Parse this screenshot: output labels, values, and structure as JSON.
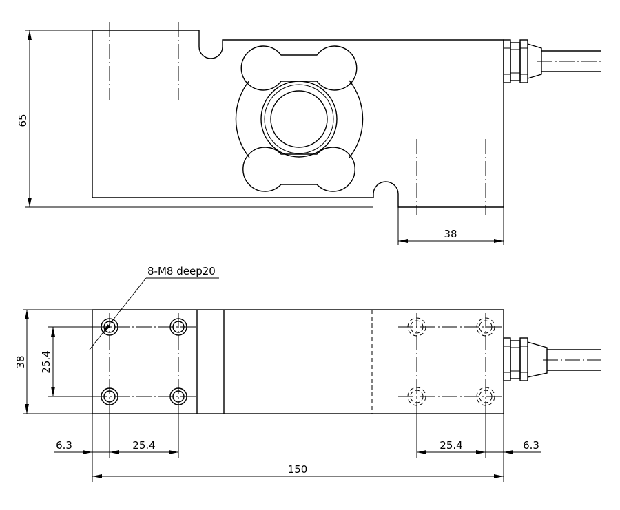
{
  "dimensions": {
    "height_top": "65",
    "hole_offset_top": "38",
    "width_bottom": "38",
    "hole_pitch_vertical": "25.4",
    "edge_left": "6.3",
    "hole_pitch_left": "25.4",
    "hole_pitch_right": "25.4",
    "edge_right": "6.3",
    "total_length": "150"
  },
  "callout": {
    "holes": "8-M8 deep20"
  }
}
